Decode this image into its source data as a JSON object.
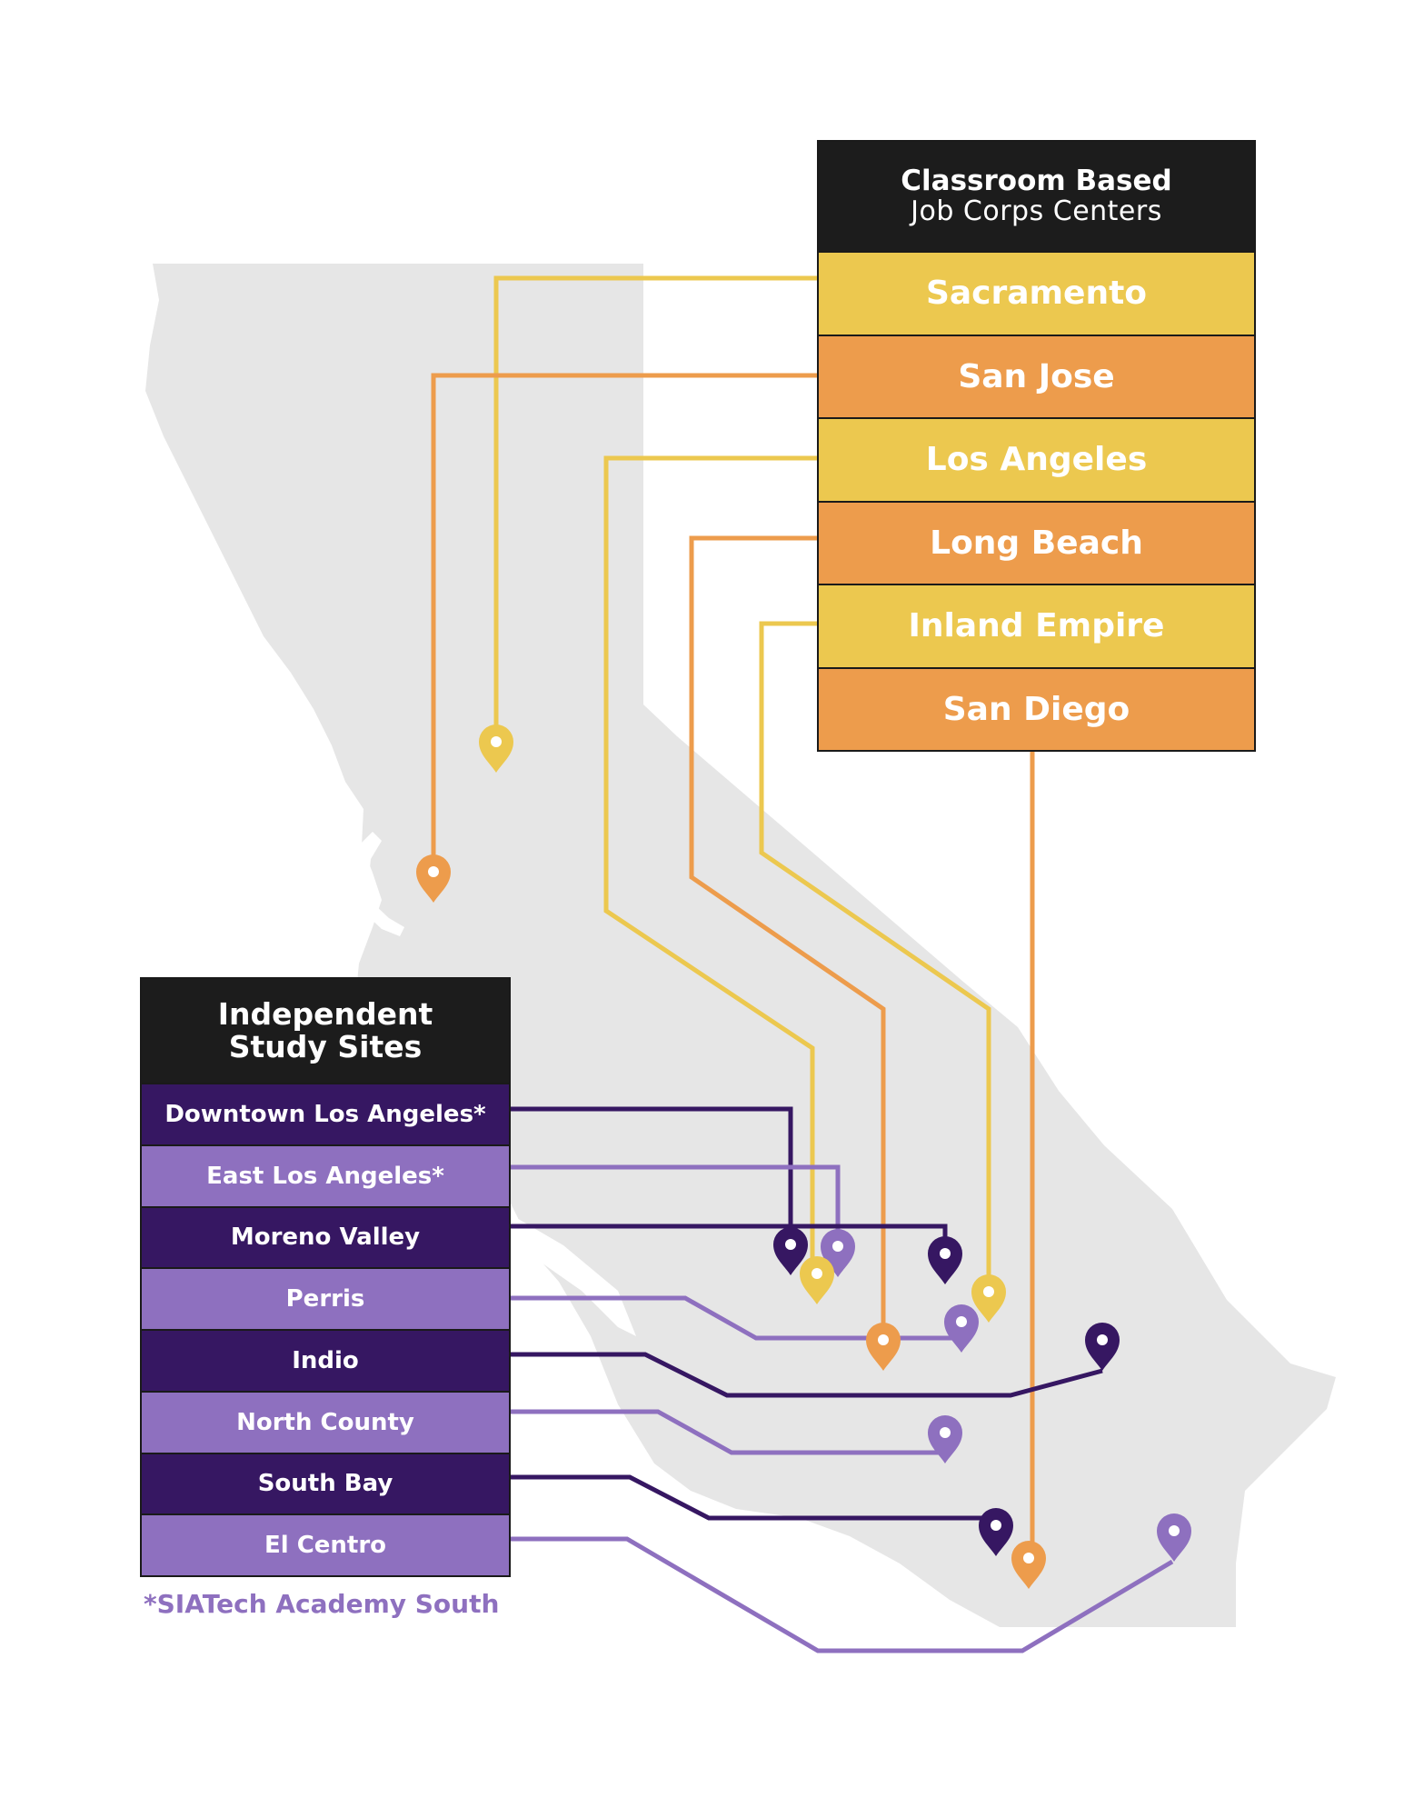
{
  "colors": {
    "map_land": "#e6e6e6",
    "yellow": "#ecc84f",
    "orange": "#ed9c4c",
    "dark_purple": "#361762",
    "light_purple": "#8e70bf",
    "header_black": "#1c1c1c"
  },
  "classroom": {
    "title": "Classroom Based",
    "subtitle": "Job Corps Centers",
    "sites": [
      {
        "label": "Sacramento",
        "color": "yellow"
      },
      {
        "label": "San Jose",
        "color": "orange"
      },
      {
        "label": "Los Angeles",
        "color": "yellow"
      },
      {
        "label": "Long Beach",
        "color": "orange"
      },
      {
        "label": "Inland Empire",
        "color": "yellow"
      },
      {
        "label": "San Diego",
        "color": "orange"
      }
    ]
  },
  "independent": {
    "title_line1": "Independent",
    "title_line2": "Study Sites",
    "sites": [
      {
        "label": "Downtown Los Angeles*",
        "color": "dark_purple"
      },
      {
        "label": "East Los Angeles*",
        "color": "light_purple"
      },
      {
        "label": "Moreno Valley",
        "color": "dark_purple"
      },
      {
        "label": "Perris",
        "color": "light_purple"
      },
      {
        "label": "Indio",
        "color": "dark_purple"
      },
      {
        "label": "North County",
        "color": "light_purple"
      },
      {
        "label": "South Bay",
        "color": "dark_purple"
      },
      {
        "label": "El Centro",
        "color": "light_purple"
      }
    ]
  },
  "footnote": "*SIATech Academy South"
}
